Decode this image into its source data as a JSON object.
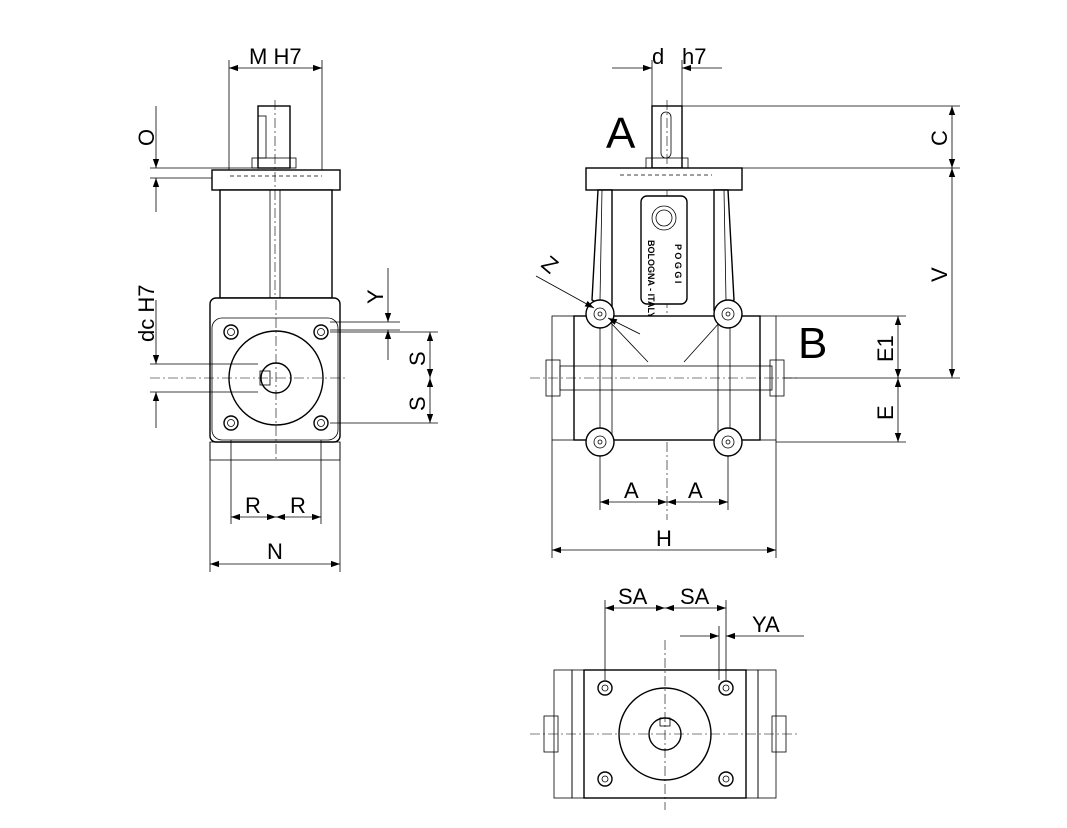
{
  "dimensions": {
    "m_h7": "M H7",
    "d": "d",
    "h7": "h7",
    "o": "O",
    "c": "C",
    "dc_h7": "dc H7",
    "y": "Y",
    "s": "S",
    "v": "V",
    "e1": "E1",
    "e": "E",
    "r": "R",
    "n": "N",
    "a": "A",
    "h": "H",
    "sa": "SA",
    "ya": "YA",
    "z": "Z"
  },
  "views": {
    "shaft_a": "A",
    "shaft_b": "B"
  },
  "nameplate": {
    "brand": "P O G G I",
    "origin": "BOLOGNA - ITALY"
  }
}
